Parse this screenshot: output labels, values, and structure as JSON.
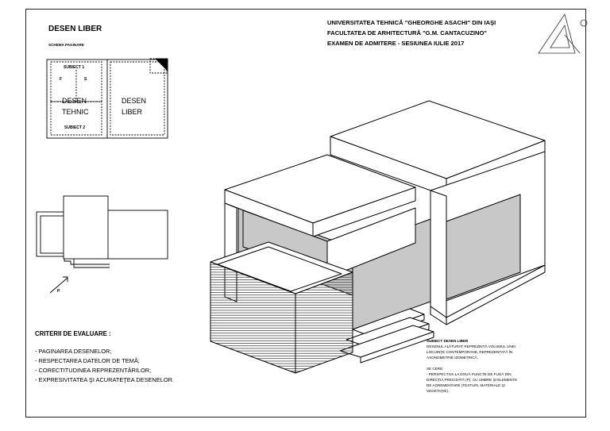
{
  "sheet": {
    "title": "DESEN LIBER",
    "schema_label": "SCHEMA PAGINARE",
    "header": [
      "UNIVERSITATEA TEHNICĂ \"GHEORGHE ASACHI\" DIN IAŞI",
      "FACULTATEA DE  ARHITECTURĂ  \"G.M. CANTACUZINO\"",
      "EXAMEN DE ADMITERE   -  SESIUNEA IULIE 2017"
    ],
    "logo_text": "A"
  },
  "schema": {
    "subiect1": "SUBIECT 1",
    "f": "F",
    "s": "S",
    "desen_tehnic": [
      "DESEN",
      "TEHNIC"
    ],
    "subiect2": "SUBIECT 2",
    "desen_liber": [
      "DESEN",
      "LIBER"
    ]
  },
  "plan": {
    "p_label": "P"
  },
  "criteria": {
    "heading": "CRITERII DE EVALUARE :",
    "items": [
      "- PAGINAREA DESENELOR;",
      "- RESPECTAREA DATELOR DE TEMĂ;",
      "- CORECTITUDINEA REPREZENTĂRILOR;",
      "- EXPRESIVITATEA ŞI ACURATEŢEA DESENELOR."
    ]
  },
  "subject": {
    "heading": "SUBIECT DESEN LIBER",
    "description": [
      "DESENUL ALĂTURAT REPREZINTĂ VOLUMUL UNEI",
      "LOCUINŢE CONTEMPORANE, REPREZENTATĂ ÎN",
      "AXONOMETRIE IZOMETRICĂ."
    ],
    "requirements_heading": "SE CERE:",
    "requirements": [
      "- PERSPECTIVA LA DOUĂ PUNCTE DE FUGĂ DIN",
      "DIRECŢIA PRECIZATĂ (P), CU UMBRE ŞI ELEMENTE",
      "DE AGREMENTARE (TEXTURI, MATERIALE ŞI",
      "VEGETAŢIE)."
    ]
  }
}
